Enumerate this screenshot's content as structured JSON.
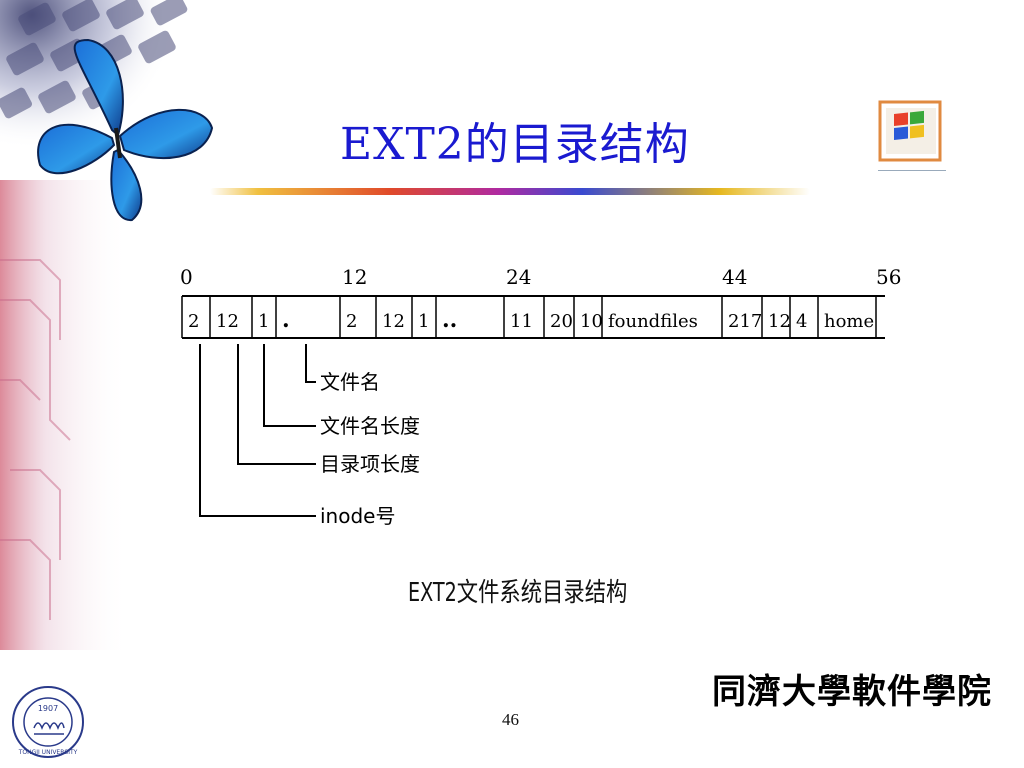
{
  "slide": {
    "title": "EXT2的目录结构",
    "page_number": "46",
    "school_name": "同濟大學軟件學院",
    "seal_text": "TONGJI UNIVERSITY",
    "seal_year": "1907"
  },
  "diagram": {
    "offsets": [
      "0",
      "12",
      "24",
      "44",
      "56"
    ],
    "cells": [
      "2",
      "12",
      "1",
      ".",
      "2",
      "12",
      "1",
      "..",
      "11",
      "20",
      "10",
      "foundfiles",
      "217",
      "12",
      "4",
      "home"
    ],
    "callouts": [
      "文件名",
      "文件名长度",
      "目录项长度",
      "inode号"
    ],
    "caption": "EXT2文件系统目录结构"
  },
  "colors": {
    "title": "#1a1ad0",
    "logo_frame": "#e08a40"
  }
}
